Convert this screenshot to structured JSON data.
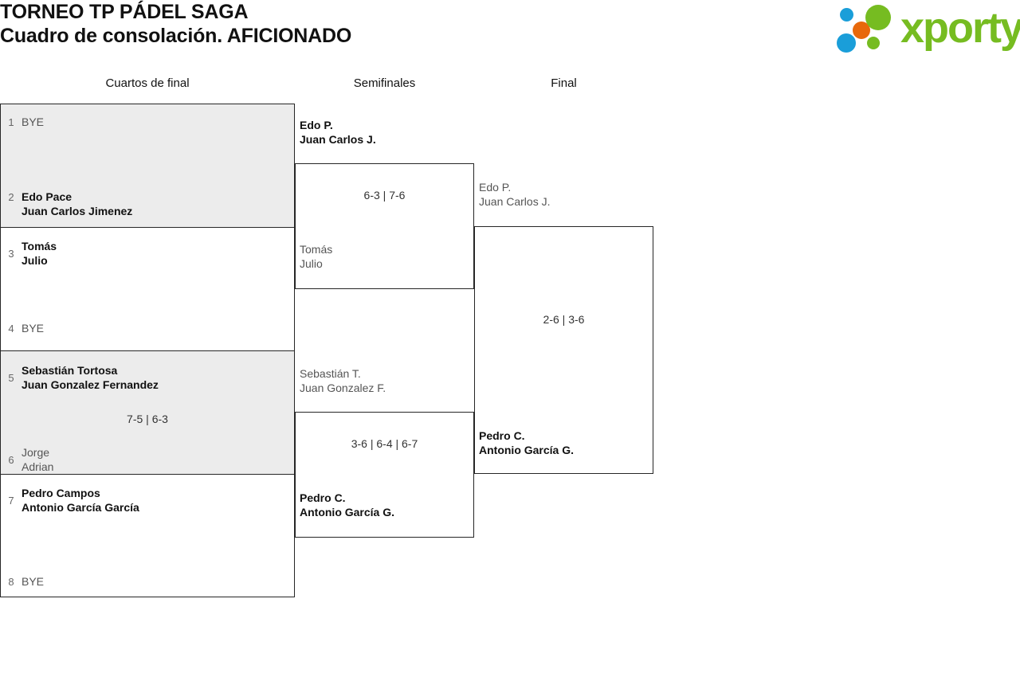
{
  "header": {
    "title_line1": "TORNEO TP PÁDEL SAGA",
    "title_line2": "Cuadro de consolación. AFICIONADO"
  },
  "logo": {
    "wordmark": "xporty",
    "green": "#76bc21",
    "blue": "#1a9ed9",
    "orange": "#e8690b"
  },
  "rounds": [
    {
      "label": "Cuartos de final"
    },
    {
      "label": "Semifinales"
    },
    {
      "label": "Final"
    }
  ],
  "round1": {
    "matches": [
      {
        "shaded": true,
        "score": "",
        "top": {
          "seed": "1",
          "lines": [
            "BYE"
          ],
          "result": "lose"
        },
        "bottom": {
          "seed": "2",
          "lines": [
            "Edo Pace",
            "Juan Carlos Jimenez"
          ],
          "result": "win"
        }
      },
      {
        "shaded": false,
        "score": "",
        "top": {
          "seed": "3",
          "lines": [
            "Tomás",
            "Julio"
          ],
          "result": "win"
        },
        "bottom": {
          "seed": "4",
          "lines": [
            "BYE"
          ],
          "result": "lose"
        }
      },
      {
        "shaded": true,
        "score": "7-5 | 6-3",
        "top": {
          "seed": "5",
          "lines": [
            "Sebastián Tortosa",
            "Juan Gonzalez Fernandez"
          ],
          "result": "win"
        },
        "bottom": {
          "seed": "6",
          "lines": [
            "Jorge",
            "Adrian"
          ],
          "result": "lose"
        }
      },
      {
        "shaded": false,
        "score": "",
        "top": {
          "seed": "7",
          "lines": [
            "Pedro Campos",
            "Antonio García García"
          ],
          "result": "win"
        },
        "bottom": {
          "seed": "8",
          "lines": [
            "BYE"
          ],
          "result": "lose"
        }
      }
    ]
  },
  "round2": {
    "matches": [
      {
        "score": "6-3 | 7-6",
        "top": {
          "lines": [
            "Edo P.",
            "Juan Carlos J."
          ],
          "result": "win"
        },
        "bottom": {
          "lines": [
            "Tomás",
            "Julio"
          ],
          "result": "lose"
        }
      },
      {
        "score": "3-6 | 6-4 | 6-7",
        "top": {
          "lines": [
            "Sebastián T.",
            "Juan Gonzalez F."
          ],
          "result": "lose"
        },
        "bottom": {
          "lines": [
            "Pedro C.",
            "Antonio García G."
          ],
          "result": "win"
        }
      }
    ]
  },
  "round3": {
    "matches": [
      {
        "score": "2-6 | 3-6",
        "top": {
          "lines": [
            "Edo P.",
            "Juan Carlos J."
          ],
          "result": "lose"
        },
        "bottom": {
          "lines": [
            "Pedro C.",
            "Antonio García G."
          ],
          "result": "win"
        }
      }
    ]
  }
}
